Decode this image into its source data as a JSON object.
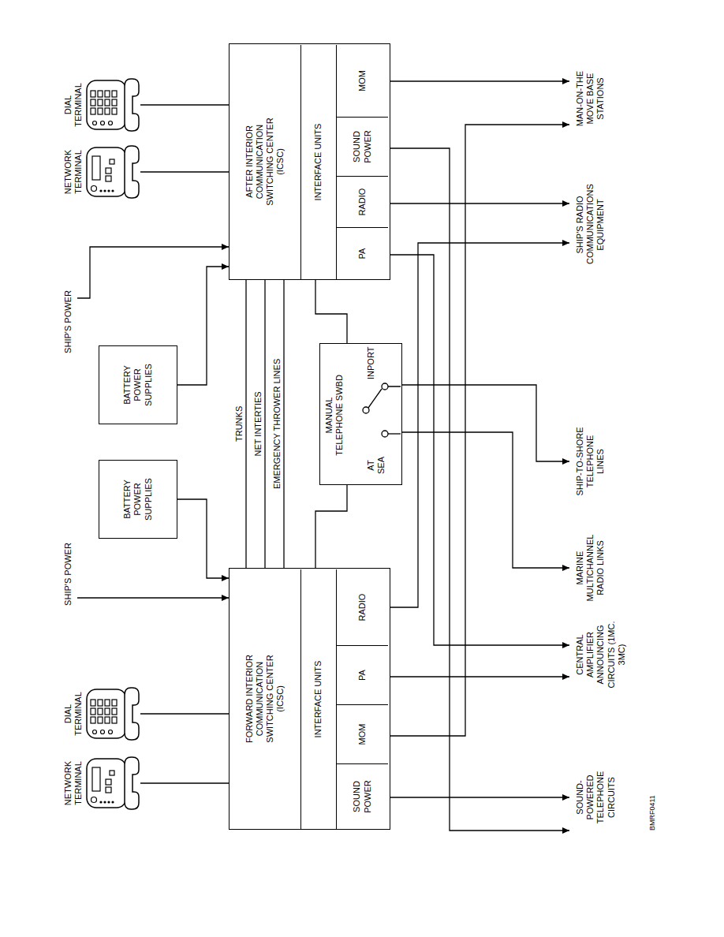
{
  "diagram": {
    "nodes": [
      {
        "text": [
          "NETWORK TERMINAL"
        ]
      },
      {
        "text": [
          "DIAL TERMINAL"
        ]
      },
      {
        "text": [
          "BATTERY POWER SUPPLIES"
        ]
      },
      {
        "text": [
          "BATTERY POWER SUPPLIES"
        ]
      },
      {
        "text": [
          "NETWORK TERMINAL"
        ]
      },
      {
        "text": [
          "DIAL TERMINAL"
        ]
      },
      {
        "text": [
          "FORWARD INTERIOR COMMUNICATION SWITCHING CENTER (ICSC)"
        ]
      },
      {
        "text": [
          "INTERFACE UNITS"
        ],
        "in": 6
      },
      {
        "text": [
          "SOUND POWER"
        ],
        "in": 7
      },
      {
        "text": [
          "MOM"
        ],
        "in": 7
      },
      {
        "text": [
          "PA"
        ],
        "in": 7
      },
      {
        "text": [
          "RADIO"
        ],
        "in": 7
      },
      {
        "text": [
          "MANUAL TELEPHONE SWBD",
          "AT SEA",
          "INPORT"
        ]
      },
      {
        "text": [
          "AFTER INTERIOR COMMUNICATION SWITCHING CENTER (ICSC)"
        ]
      },
      {
        "text": [
          "INTERFACE UNITS"
        ],
        "in": 13
      },
      {
        "text": [
          "PA"
        ],
        "in": 14
      },
      {
        "text": [
          "RADIO"
        ],
        "in": 14
      },
      {
        "text": [
          "SOUND POWER"
        ],
        "in": 14
      },
      {
        "text": [
          "MOM"
        ],
        "in": 14
      },
      {
        "text": [
          "SHIP'S POWER"
        ]
      },
      {
        "text": [
          "SHIP'S POWER"
        ]
      },
      {
        "text": [
          "SHIP-TO-SHORE TELEPHONE LINES"
        ]
      },
      {
        "text": [
          "MARINE MULTICHANNEL RADIO LINKS"
        ]
      },
      {
        "text": [
          "SOUND-POWERED TELEPHONE CIRCUITS"
        ]
      },
      {
        "text": [
          "CENTRAL AMPLIFIER ANNOUNCING CIRCUITS (1MC. 3MC)"
        ]
      },
      {
        "text": [
          "SHIP'S RADIO COMMUNICATIONS EQUIPMENT"
        ]
      },
      {
        "text": [
          "MAN-ON-THE MOVE BASE STATIONS"
        ]
      }
    ],
    "edges": [
      {
        "from": 0,
        "to": 6,
        "arrow": "none"
      },
      {
        "from": 1,
        "to": 6,
        "arrow": "none"
      },
      {
        "from": 4,
        "to": 13,
        "arrow": "none"
      },
      {
        "from": 5,
        "to": 13,
        "arrow": "none"
      },
      {
        "from": 19,
        "to": 6,
        "arrow": "to"
      },
      {
        "from": 2,
        "to": 6,
        "arrow": "to"
      },
      {
        "from": 20,
        "to": 13,
        "arrow": "to"
      },
      {
        "from": 3,
        "to": 13,
        "arrow": "to"
      },
      {
        "from": 6,
        "to": 13,
        "label": "TRUNKS",
        "arrow": "none"
      },
      {
        "from": 6,
        "to": 13,
        "label": "NET INTERTIES",
        "arrow": "none"
      },
      {
        "from": 6,
        "to": 13,
        "label": "EMERGENCY THROWER LINES",
        "arrow": "none"
      },
      {
        "from": 6,
        "to": 12,
        "arrow": "none"
      },
      {
        "from": 13,
        "to": 12,
        "arrow": "none"
      },
      {
        "from": 12,
        "to": 21,
        "arrow": "to"
      },
      {
        "from": 12,
        "to": 22,
        "arrow": "to"
      },
      {
        "from": 8,
        "to": 23,
        "arrow": "to"
      },
      {
        "from": 9,
        "to": 26,
        "arrow": "to"
      },
      {
        "from": 10,
        "to": 24,
        "arrow": "to"
      },
      {
        "from": 11,
        "to": 25,
        "arrow": "to"
      },
      {
        "from": 15,
        "to": 24,
        "arrow": "to"
      },
      {
        "from": 16,
        "to": 25,
        "arrow": "to"
      },
      {
        "from": 17,
        "to": 23,
        "arrow": "to"
      },
      {
        "from": 18,
        "to": 26,
        "arrow": "to"
      }
    ],
    "labels": [
      "BMRF0411"
    ]
  }
}
